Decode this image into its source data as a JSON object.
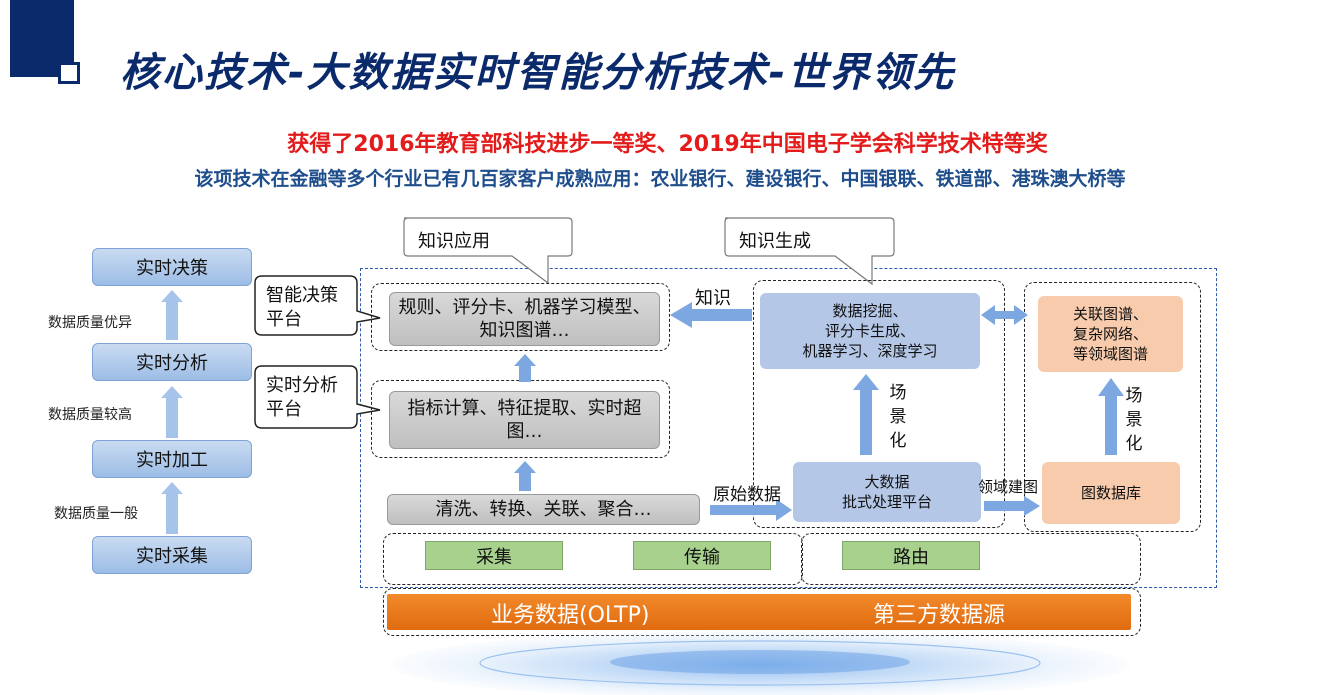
{
  "header": {
    "title": "核心技术-大数据实时智能分析技术-世界领先",
    "award_line": "获得了2016年教育部科技进步一等奖、2019年中国电子学会科学技术特等奖",
    "clients_line": "该项技术在金融等多个行业已有几百家客户成熟应用：农业银行、建设银行、中国银联、铁道部、港珠澳大桥等"
  },
  "left_stack": {
    "steps": [
      "实时决策",
      "实时分析",
      "实时加工",
      "实时采集"
    ],
    "quality_labels": [
      "数据质量优异",
      "数据质量较高",
      "数据质量一般"
    ]
  },
  "callouts": {
    "knowledge_application": "知识应用",
    "knowledge_generation": "知识生成",
    "decision_platform": "智能决策平台",
    "analysis_platform": "实时分析平台"
  },
  "platform": {
    "rules_box": "规则、评分卡、机器学习模型、知识图谱…",
    "metrics_box": "指标计算、特征提取、实时超图…",
    "etl_box": "清洗、转换、关联、聚合…",
    "mining_box": [
      "数据挖掘、",
      "评分卡生成、",
      "机器学习、深度学习"
    ],
    "bigdata_box": [
      "大数据",
      "批式处理平台"
    ],
    "graph_types_box": [
      "关联图谱、",
      "复杂网络、",
      "等领域图谱"
    ],
    "graph_db_box": "图数据库",
    "arrow_knowledge": "知识",
    "arrow_raw_data": "原始数据",
    "arrow_domain_graph": "领域建图",
    "scenario_1": "场景化",
    "scenario_2": "场景化"
  },
  "pipeline": {
    "collect": "采集",
    "transfer": "传输",
    "route": "路由"
  },
  "sources": {
    "oltp": "业务数据(OLTP)",
    "third_party": "第三方数据源"
  },
  "colors": {
    "title_navy": "#0b2a6b",
    "award_red": "#e31b1b",
    "clients_blue": "#1f4e8c",
    "arrow_blue": "#7da7e0",
    "orange": "#e97a1d",
    "green": "#a9d18e",
    "peach": "#f8cbad",
    "light_blue": "#b4c7e7"
  }
}
